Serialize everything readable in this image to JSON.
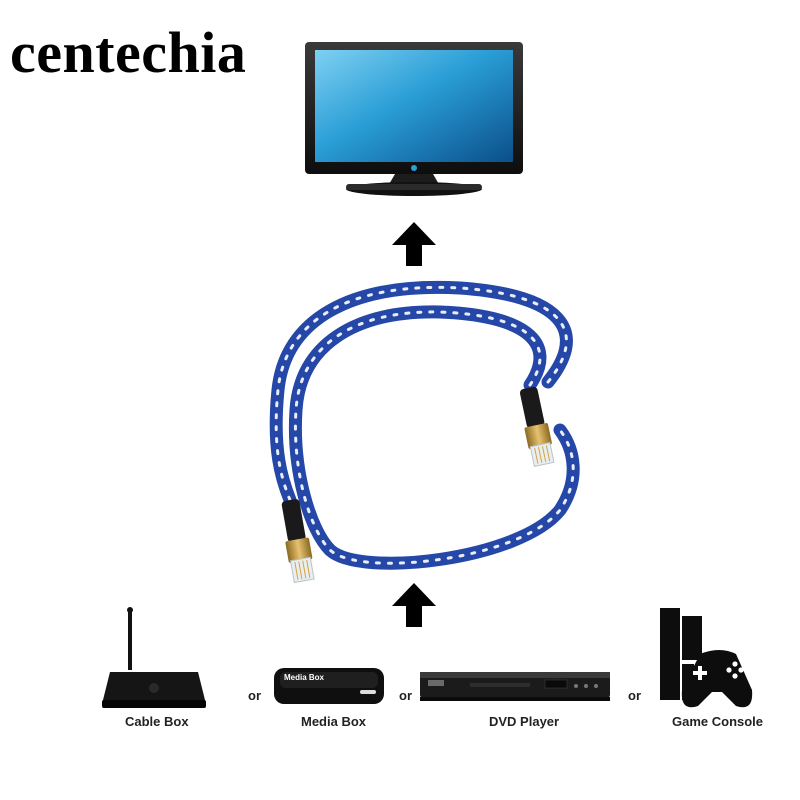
{
  "brand": {
    "text": "centechia"
  },
  "devices": [
    {
      "label": "Cable Box"
    },
    {
      "label": "Media Box",
      "screen_text": "Media Box"
    },
    {
      "label": "DVD Player"
    },
    {
      "label": "Game Console"
    }
  ],
  "separator": "or",
  "colors": {
    "cable_blue": "#2447a8",
    "cable_stripe": "#ffffff",
    "connector_black": "#1a1a1a",
    "plug_gold": "#c9a24a",
    "tv_screen": "#2a9ed6",
    "arrow": "#000000"
  }
}
